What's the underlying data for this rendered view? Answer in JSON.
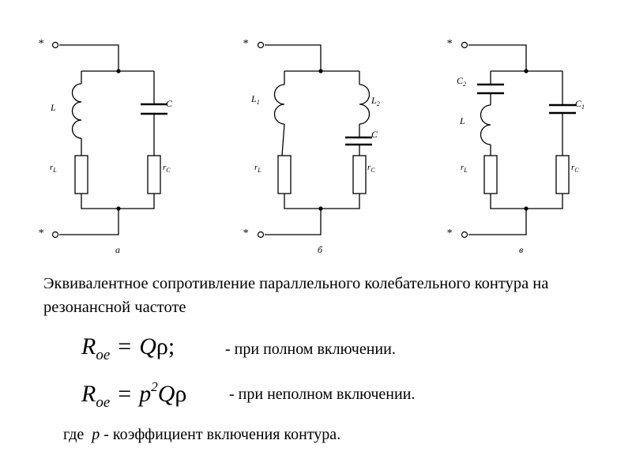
{
  "circuits": [
    {
      "id": "a",
      "caption": "а",
      "labels": {
        "terminal_top": "*",
        "terminal_bottom": "*",
        "L": "L",
        "C": "C",
        "rL": "r",
        "rL_sub": "L",
        "rC": "r",
        "rC_sub": "C"
      }
    },
    {
      "id": "b",
      "caption": "б",
      "labels": {
        "terminal_top": "*",
        "terminal_bottom": "*",
        "L1": "L",
        "L1_sub": "1",
        "L2": "L",
        "L2_sub": "2",
        "C": "C",
        "rL": "r",
        "rL_sub": "L",
        "rC": "r",
        "rC_sub": "C"
      }
    },
    {
      "id": "v",
      "caption": "в",
      "labels": {
        "terminal_top": "*",
        "terminal_bottom": "*",
        "C2": "C",
        "C2_sub": "2",
        "L": "L",
        "C1": "C",
        "C1_sub": "1",
        "rL": "r",
        "rL_sub": "L",
        "rC": "r",
        "rC_sub": "C"
      }
    }
  ],
  "text": {
    "description": "Эквивалентное сопротивление параллельного колебательного контура на резонансной частоте",
    "formula1": {
      "R": "R",
      "sub": "oe",
      "eq": "=",
      "rhs_Q": "Q",
      "rhs_rho": "ρ",
      "end": ";",
      "note": "- при полном включении."
    },
    "formula2": {
      "R": "R",
      "sub": "oe",
      "eq": "=",
      "p": "p",
      "sup": "2",
      "rhs_Q": "Q",
      "rhs_rho": "ρ",
      "note": "- при неполном включении."
    },
    "where": {
      "prefix": "где",
      "p": "p",
      "rest": "- коэффициент включения контура."
    }
  }
}
